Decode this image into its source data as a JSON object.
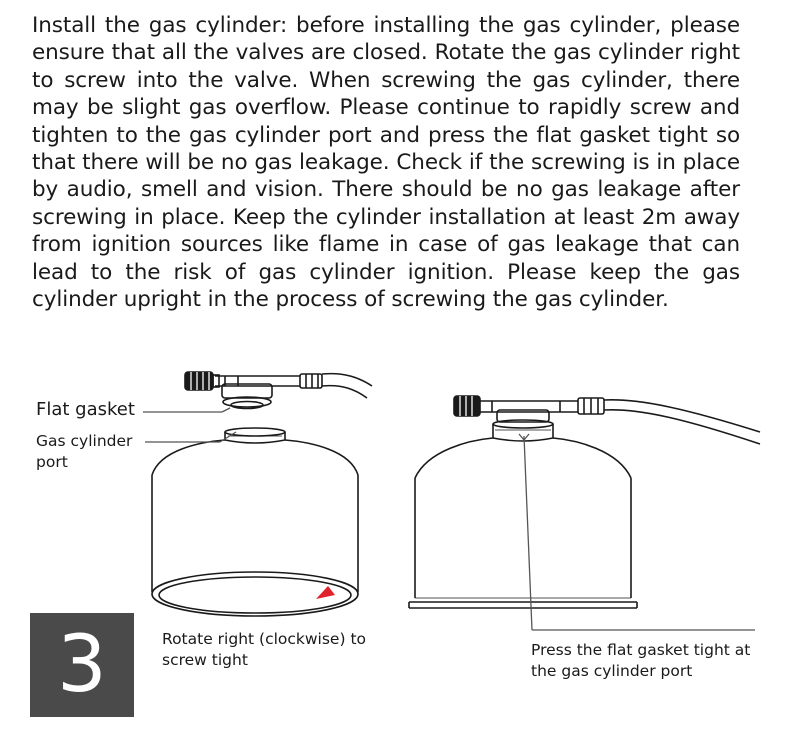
{
  "instructions": {
    "text": "Install the gas cylinder: before installing the gas cylinder, please ensure that all the valves are closed. Rotate the gas cylinder right to screw into the valve. When screwing the gas cylinder, there may be slight gas overflow. Please continue to rapidly screw and tighten to the gas cylinder port and press the flat gasket tight so that there will be no gas leakage. Check if the screwing is in place by audio, smell and vision. There should be no gas leakage after screwing in place. Keep the cylinder installation at least 2m away from ignition sources like flame in case of gas leakage that can lead to the risk of gas cylinder ignition. Please keep the gas cylinder upright in the process of screwing the gas cylinder."
  },
  "figure": {
    "labels": {
      "flat_gasket": "Flat gasket",
      "gas_cylinder_port": "Gas cylinder port",
      "rotate": "Rotate right (clockwise) to screw tight",
      "press": "Press the flat gasket tight at the gas cylinder port"
    },
    "step_number": "3",
    "colors": {
      "arrow": "#e0242b",
      "step_box": "#4a4a4a"
    }
  }
}
